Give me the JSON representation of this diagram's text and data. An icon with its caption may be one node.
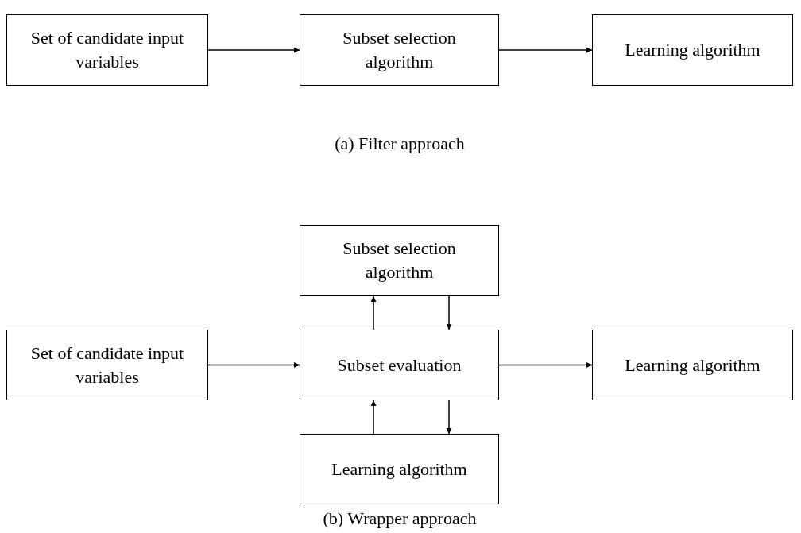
{
  "diagram": {
    "nodes": [
      {
        "text": [
          "Set of candidate input variables"
        ]
      },
      {
        "text": [
          "Subset selection algorithm"
        ]
      },
      {
        "text": [
          "Learning algorithm"
        ]
      },
      {
        "text": [
          "Subset selection algorithm"
        ]
      },
      {
        "text": [
          "Set of candidate input variables"
        ]
      },
      {
        "text": [
          "Subset evaluation"
        ]
      },
      {
        "text": [
          "Learning algorithm"
        ]
      },
      {
        "text": [
          "Learning algorithm"
        ]
      }
    ],
    "edges": [
      {
        "from": 0,
        "to": 1,
        "arrow": "to"
      },
      {
        "from": 1,
        "to": 2,
        "arrow": "to"
      },
      {
        "from": 5,
        "to": 3,
        "arrow": "to"
      },
      {
        "from": 3,
        "to": 5,
        "arrow": "to"
      },
      {
        "from": 4,
        "to": 5,
        "arrow": "to"
      },
      {
        "from": 5,
        "to": 6,
        "arrow": "to"
      },
      {
        "from": 7,
        "to": 5,
        "arrow": "to"
      },
      {
        "from": 5,
        "to": 7,
        "arrow": "to"
      }
    ],
    "labels": [
      "(a) Filter approach",
      "(b) Wrapper approach"
    ]
  }
}
